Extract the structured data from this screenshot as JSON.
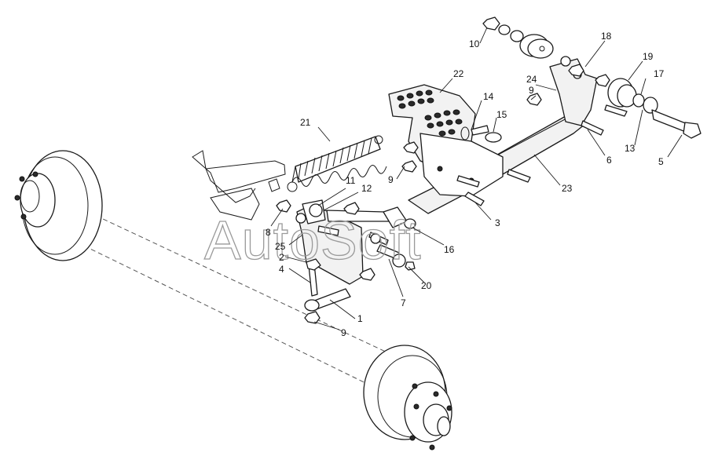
{
  "watermark": "AutoSoft",
  "callouts": {
    "c1": "1",
    "c2": "2",
    "c3": "3",
    "c4": "4",
    "c5": "5",
    "c6": "6",
    "c7": "7",
    "c8": "8",
    "c9a": "9",
    "c9b": "9",
    "c9c": "9",
    "c10": "10",
    "c11": "11",
    "c12": "12",
    "c13": "13",
    "c14": "14",
    "c15": "15",
    "c16": "16",
    "c17": "17",
    "c18": "18",
    "c19": "19",
    "c20": "20",
    "c21": "21",
    "c22": "22",
    "c23": "23",
    "c24": "24",
    "c25": "25"
  }
}
